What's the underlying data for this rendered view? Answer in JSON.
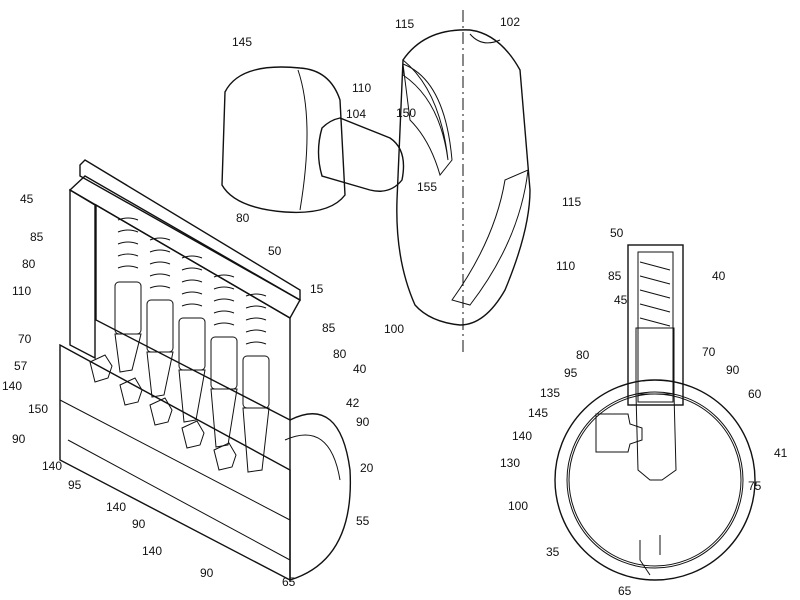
{
  "palette": {
    "yellow": "#f6ef7a",
    "blue": "#8fc8ef",
    "darkblue": "#5b8fb6",
    "green": "#a8d98c",
    "line": "#111111"
  },
  "labels": {
    "l145a": "145",
    "l115a": "115",
    "l102": "102",
    "l110a": "110",
    "l150a": "150",
    "l104": "104",
    "l155": "155",
    "l115b": "115",
    "l110b": "110",
    "l100a": "100",
    "l45a": "45",
    "l85a": "85",
    "l80a": "80",
    "l110c": "110",
    "l70a": "70",
    "l57": "57",
    "l140a": "140",
    "l150b": "150",
    "l90a": "90",
    "l80b": "80",
    "l50a": "50",
    "l15": "15",
    "l85b": "85",
    "l80c": "80",
    "l40a": "40",
    "l42": "42",
    "l90b": "90",
    "l20": "20",
    "l55": "55",
    "l140b": "140",
    "l95a": "95",
    "l140c": "140",
    "l90c": "90",
    "l140d": "140",
    "l90d": "90",
    "l65a": "65",
    "l50b": "50",
    "l85c": "85",
    "l40b": "40",
    "l45b": "45",
    "l80d": "80",
    "l70b": "70",
    "l90e": "90",
    "l95b": "95",
    "l135": "135",
    "l60": "60",
    "l145b": "145",
    "l140e": "140",
    "l130": "130",
    "l41": "41",
    "l75": "75",
    "l100b": "100",
    "l35": "35",
    "l65b": "65"
  }
}
